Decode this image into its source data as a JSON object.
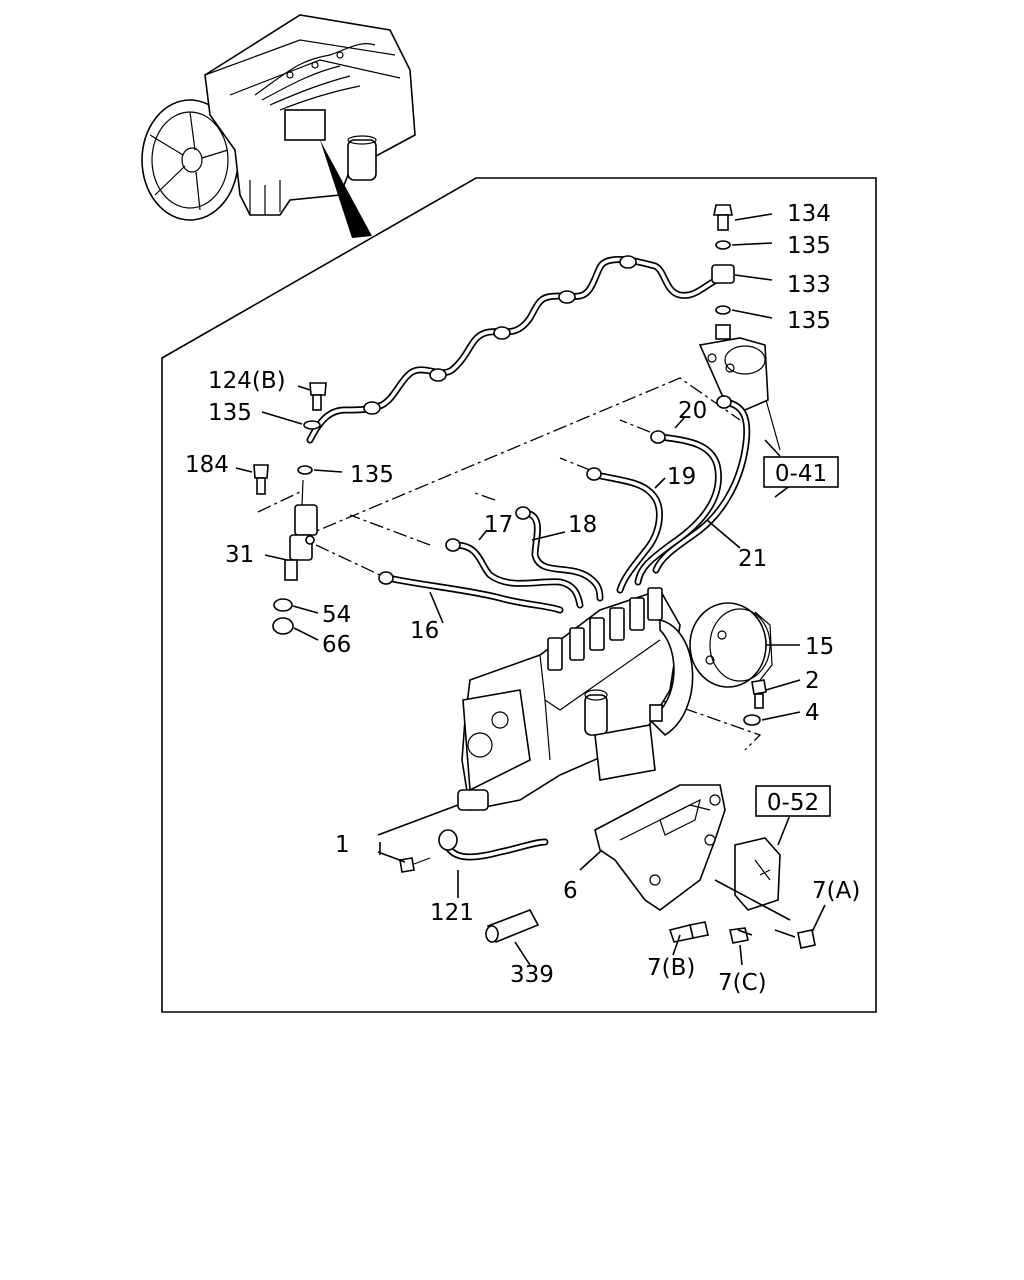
{
  "labels": {
    "p134": "134",
    "p135a": "135",
    "p133": "133",
    "p135b": "135",
    "p124b": "124(B)",
    "p135c": "135",
    "p184": "184",
    "p135d": "135",
    "p20": "20",
    "p19": "19",
    "p17": "17",
    "p18": "18",
    "p21": "21",
    "p31": "31",
    "p54": "54",
    "p66": "66",
    "p16": "16",
    "p15": "15",
    "p2": "2",
    "p4": "4",
    "p1": "1",
    "p6": "6",
    "p121": "121",
    "p339": "339",
    "p7a": "7(A)",
    "p7b": "7(B)",
    "p7c": "7(C)"
  },
  "refs": {
    "r041": "0-41",
    "r052": "0-52"
  }
}
